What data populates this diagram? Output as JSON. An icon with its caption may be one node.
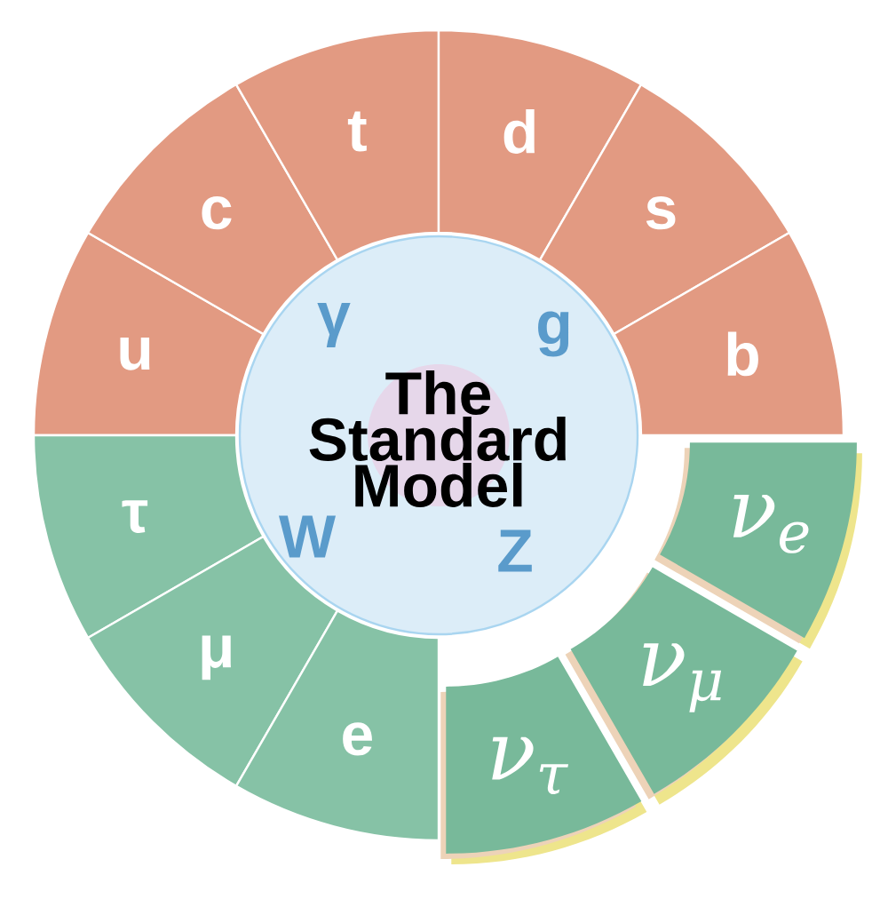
{
  "diagram": {
    "title": "The Standard Model",
    "nodes": [
      {
        "text": [
          "u"
        ]
      },
      {
        "text": [
          "c"
        ]
      },
      {
        "text": [
          "t"
        ]
      },
      {
        "text": [
          "d"
        ]
      },
      {
        "text": [
          "s"
        ]
      },
      {
        "text": [
          "b"
        ]
      },
      {
        "text": [
          "τ"
        ]
      },
      {
        "text": [
          "μ"
        ]
      },
      {
        "text": [
          "e"
        ]
      },
      {
        "text": [
          "ν$_{e}$"
        ]
      },
      {
        "text": [
          "ν$_{μ}$"
        ]
      },
      {
        "text": [
          "ν$_{τ}$"
        ]
      },
      {
        "text": [
          "γ"
        ]
      },
      {
        "text": [
          "g"
        ]
      },
      {
        "text": [
          "W"
        ]
      },
      {
        "text": [
          "Z"
        ]
      }
    ]
  }
}
